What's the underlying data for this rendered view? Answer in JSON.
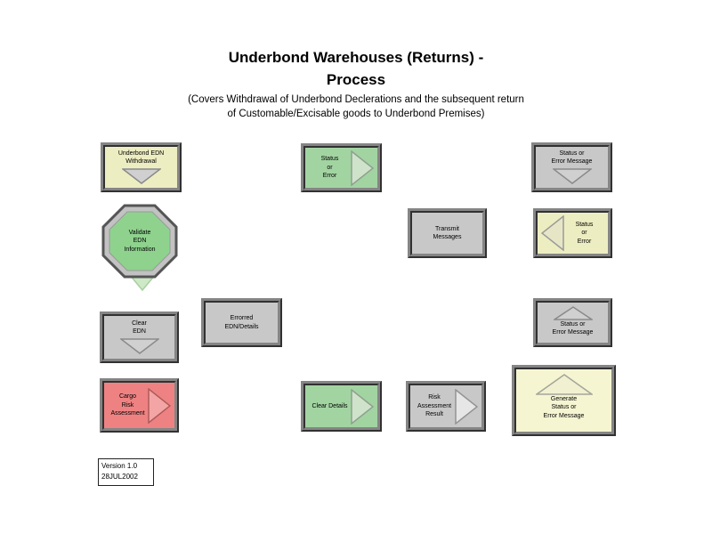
{
  "header": {
    "title": "Underbond Warehouses (Returns) -\nProcess",
    "subtitle": "(Covers Withdrawal of Underbond Declerations and the subsequent return\nof Customable/Excisable goods to Underbond Premises)"
  },
  "nodes": {
    "underbond_edn_withdrawal": {
      "label": "Underbond EDN\nWithdrawal",
      "color": "#ededc2"
    },
    "status_or_error_top": {
      "label": "Status\nor\nError",
      "color": "#a2d4a2"
    },
    "status_or_error_message_top": {
      "label": "Status or\nError Message",
      "color": "#c8c8c8"
    },
    "validate_edn_information": {
      "label": "Validate\nEDN\nInformation",
      "color": "#8ed28e"
    },
    "transmit_messages": {
      "label": "Transmit\nMessages",
      "color": "#c8c8c8"
    },
    "status_or_error_right": {
      "label": "Status\nor\nError",
      "color": "#ededc2"
    },
    "errorred_edn_details": {
      "label": "Errorred\nEDN/Details",
      "color": "#c8c8c8"
    },
    "clear_edn": {
      "label": "Clear\nEDN",
      "color": "#c8c8c8"
    },
    "status_or_error_message_mid": {
      "label": "Status or\nError Message",
      "color": "#c8c8c8"
    },
    "cargo_risk_assessment": {
      "label": "Cargo\nRisk\nAssessment",
      "color": "#ee8282"
    },
    "clear_details": {
      "label": "Clear Details",
      "color": "#a2d4a2"
    },
    "risk_assessment_result": {
      "label": "Risk\nAssessment\nResult",
      "color": "#c8c8c8"
    },
    "generate_status_or_error_message": {
      "label": "Generate\nStatus or\nError Message",
      "color": "#f5f5d2"
    },
    "version_box": {
      "label": "Version 1.0\n28JUL2002",
      "color": "#ffffff"
    }
  }
}
